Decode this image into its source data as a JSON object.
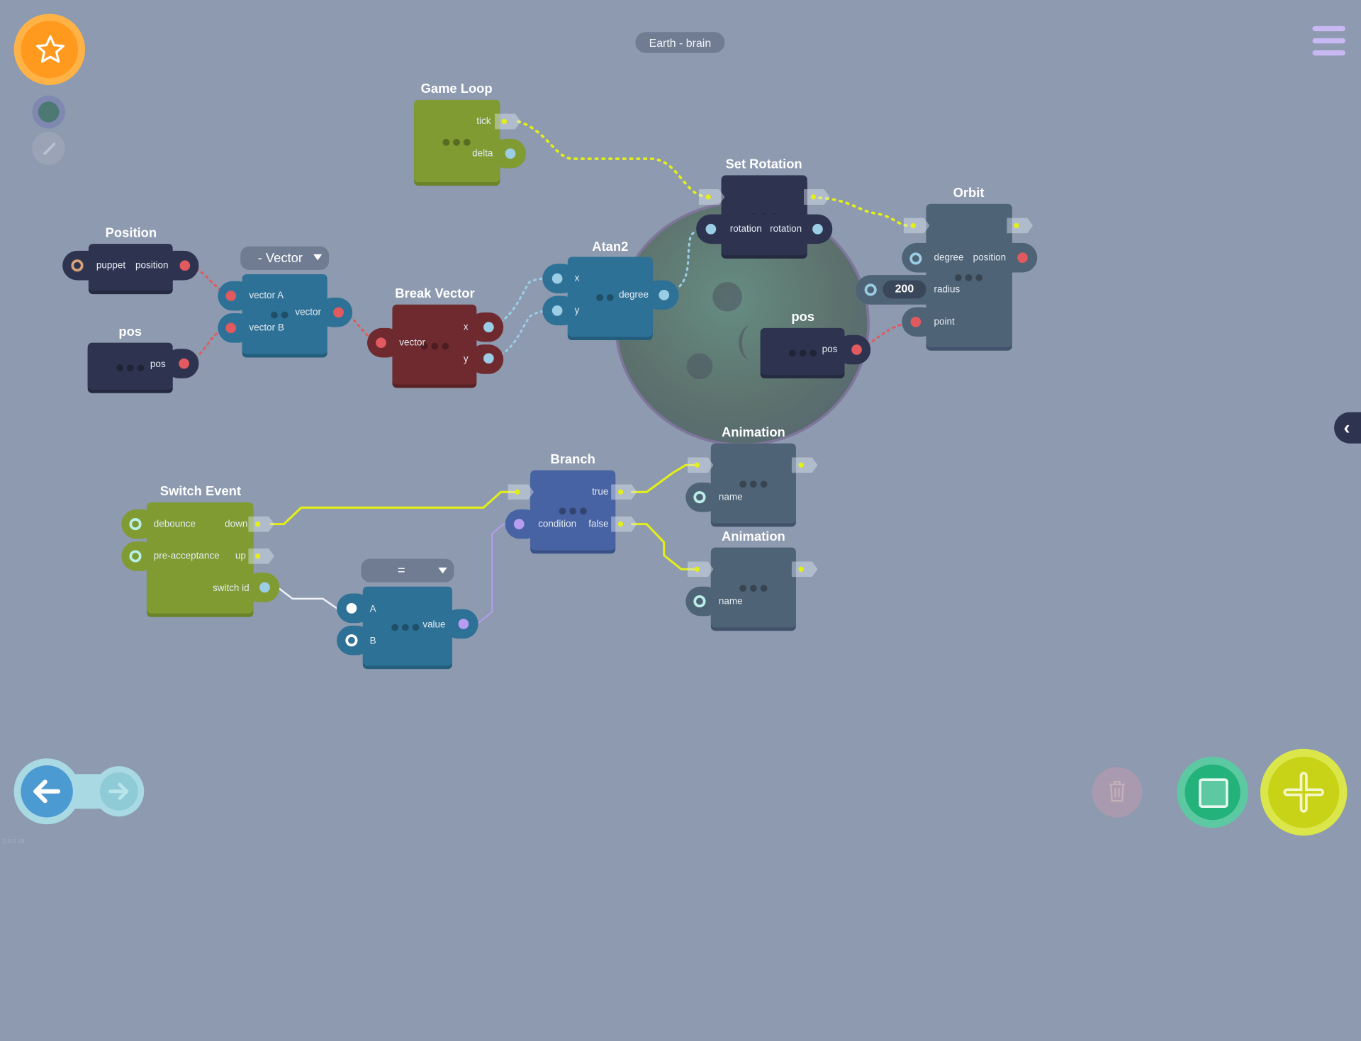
{
  "header": {
    "title": "Earth - brain"
  },
  "version": "0.8.5.18",
  "toolbar": {
    "logo_icon": "star-icon",
    "menu_icon": "hamburger-icon",
    "undo_icon": "arrow-left-icon",
    "redo_icon": "arrow-right-icon",
    "delete_icon": "trash-icon",
    "stop_icon": "stop-icon",
    "add_icon": "plus-icon",
    "collapse_icon": "chevron-left-icon"
  },
  "nodes": {
    "game_loop": {
      "title": "Game Loop",
      "tick": "tick",
      "delta": "delta"
    },
    "set_rotation": {
      "title": "Set Rotation",
      "rotation_in": "rotation",
      "rotation_out": "rotation"
    },
    "orbit": {
      "title": "Orbit",
      "degree": "degree",
      "position": "position",
      "radius": "radius",
      "radius_value": "200",
      "point": "point"
    },
    "position": {
      "title": "Position",
      "puppet": "puppet",
      "position": "position"
    },
    "pos_left": {
      "title": "pos",
      "pos": "pos"
    },
    "pos_right": {
      "title": "pos",
      "pos": "pos"
    },
    "vector": {
      "selector": "- Vector",
      "vector_a": "vector A",
      "vector_b": "vector B",
      "vector": "vector"
    },
    "break_vector": {
      "title": "Break Vector",
      "vector": "vector",
      "x": "x",
      "y": "y"
    },
    "atan2": {
      "title": "Atan2",
      "x": "x",
      "y": "y",
      "degree": "degree"
    },
    "animation_1": {
      "title": "Animation",
      "name": "name"
    },
    "animation_2": {
      "title": "Animation",
      "name": "name"
    },
    "branch": {
      "title": "Branch",
      "condition": "condition",
      "true": "true",
      "false": "false"
    },
    "switch_event": {
      "title": "Switch Event",
      "debounce": "debounce",
      "pre_acceptance": "pre-acceptance",
      "down": "down",
      "up": "up",
      "switch_id": "switch id"
    },
    "equals": {
      "selector": "=",
      "a": "A",
      "b": "B",
      "value": "value"
    }
  },
  "colors": {
    "background": "#8d9aaf",
    "event_green": "#7f9b32",
    "dark_navy": "#2e3450",
    "teal_blue": "#2d7197",
    "dark_red": "#6e2a2e",
    "slate": "#4f6377",
    "branch_blue": "#4863a3",
    "wire_yellow": "#e4ef18",
    "port_red": "#e15a5f",
    "port_blue": "#9bcde4"
  }
}
